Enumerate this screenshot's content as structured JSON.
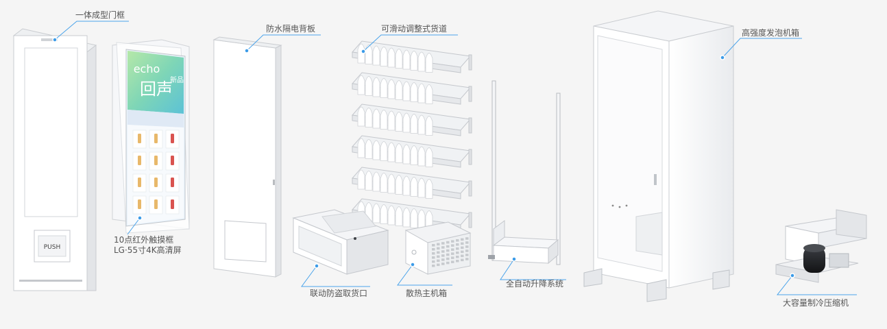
{
  "colors": {
    "background": "#f5f5f5",
    "callout_line": "#4aa3ea",
    "callout_dot": "#3b9be8",
    "label_text": "#555555",
    "part_fill": "#ffffff",
    "part_edge": "#c9ccd0",
    "screen_green": "#8ee0a0",
    "screen_teal": "#6ac8d8"
  },
  "labels": {
    "door_frame": "一体成型门框",
    "touch_frame_line1": "10点红外触摸框",
    "touch_frame_line2": "LG·55寸4K高清屏",
    "back_panel": "防水隔电背板",
    "cargo_lane": "可滑动调整式货道",
    "pickup_port": "联动防盗取货口",
    "cooling_box": "散热主机箱",
    "lift_system": "全自动升降系统",
    "cabinet": "高强度发泡机箱",
    "compressor": "大容量制冷压缩机"
  },
  "door": {
    "push_label": "PUSH"
  },
  "screen": {
    "brand_text": "echo",
    "big_char": "回声",
    "side_text": "新品"
  }
}
